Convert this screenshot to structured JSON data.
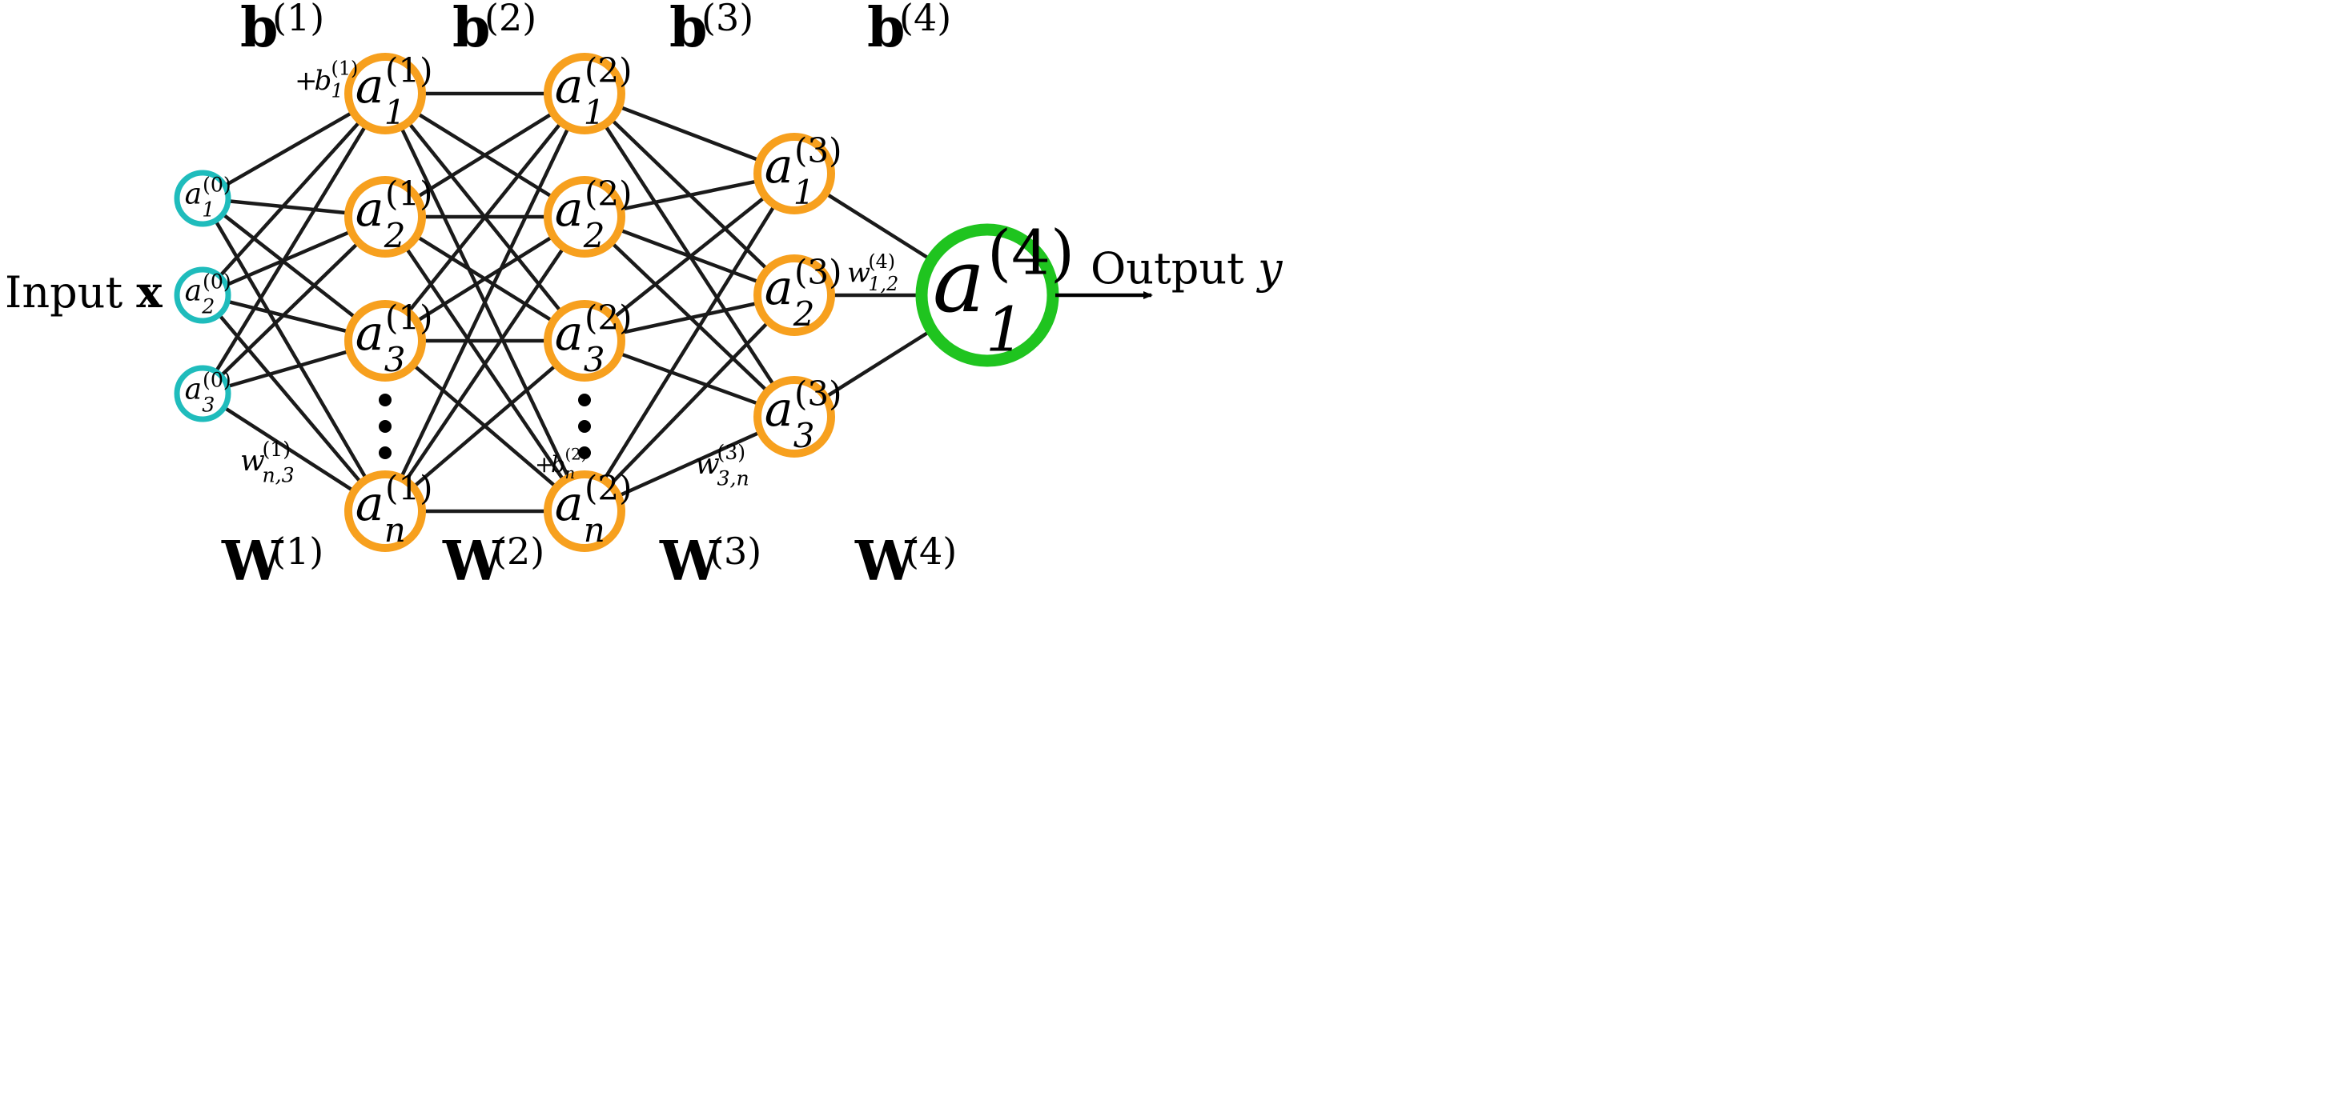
{
  "colors": {
    "input_node": "#1fbcbc",
    "hidden_node": "#f7a01e",
    "output_node": "#1fc41f",
    "edge": "#1a1a1a"
  },
  "labels": {
    "input": "Input x",
    "input_word": "Input",
    "input_symbol": "x",
    "output": "Output y",
    "output_word": "Output",
    "output_symbol": "y"
  },
  "bias_headers": [
    {
      "base": "b",
      "sup": "(1)"
    },
    {
      "base": "b",
      "sup": "(2)"
    },
    {
      "base": "b",
      "sup": "(3)"
    },
    {
      "base": "b",
      "sup": "(4)"
    }
  ],
  "weight_headers": [
    {
      "base": "W",
      "sup": "(1)"
    },
    {
      "base": "W",
      "sup": "(2)"
    },
    {
      "base": "W",
      "sup": "(3)"
    },
    {
      "base": "W",
      "sup": "(4)"
    }
  ],
  "layers": [
    {
      "name": "input",
      "nodes": [
        {
          "base": "a",
          "sub": "1",
          "sup": "(0)"
        },
        {
          "base": "a",
          "sub": "2",
          "sup": "(0)"
        },
        {
          "base": "a",
          "sub": "3",
          "sup": "(0)"
        }
      ]
    },
    {
      "name": "hidden-1",
      "nodes": [
        {
          "base": "a",
          "sub": "1",
          "sup": "(1)"
        },
        {
          "base": "a",
          "sub": "2",
          "sup": "(1)"
        },
        {
          "base": "a",
          "sub": "3",
          "sup": "(1)"
        },
        {
          "base": "a",
          "sub": "n",
          "sup": "(1)"
        }
      ]
    },
    {
      "name": "hidden-2",
      "nodes": [
        {
          "base": "a",
          "sub": "1",
          "sup": "(2)"
        },
        {
          "base": "a",
          "sub": "2",
          "sup": "(2)"
        },
        {
          "base": "a",
          "sub": "3",
          "sup": "(2)"
        },
        {
          "base": "a",
          "sub": "n",
          "sup": "(2)"
        }
      ]
    },
    {
      "name": "hidden-3",
      "nodes": [
        {
          "base": "a",
          "sub": "1",
          "sup": "(3)"
        },
        {
          "base": "a",
          "sub": "2",
          "sup": "(3)"
        },
        {
          "base": "a",
          "sub": "3",
          "sup": "(3)"
        }
      ]
    },
    {
      "name": "output",
      "nodes": [
        {
          "base": "a",
          "sub": "1",
          "sup": "(4)"
        }
      ]
    }
  ],
  "annotations": {
    "bias_b1": {
      "prefix": "+",
      "base": "b",
      "sub": "1",
      "sup": "(1)"
    },
    "bias_bn2": {
      "prefix": "+",
      "base": "b",
      "sub": "n",
      "sup": "(2)"
    },
    "weight_w1": {
      "base": "w",
      "sub": "n,3",
      "sup": "(1)"
    },
    "weight_w3": {
      "base": "w",
      "sub": "3,n",
      "sup": "(3)"
    },
    "weight_w4": {
      "base": "w",
      "sub": "1,2",
      "sup": "(4)"
    }
  }
}
